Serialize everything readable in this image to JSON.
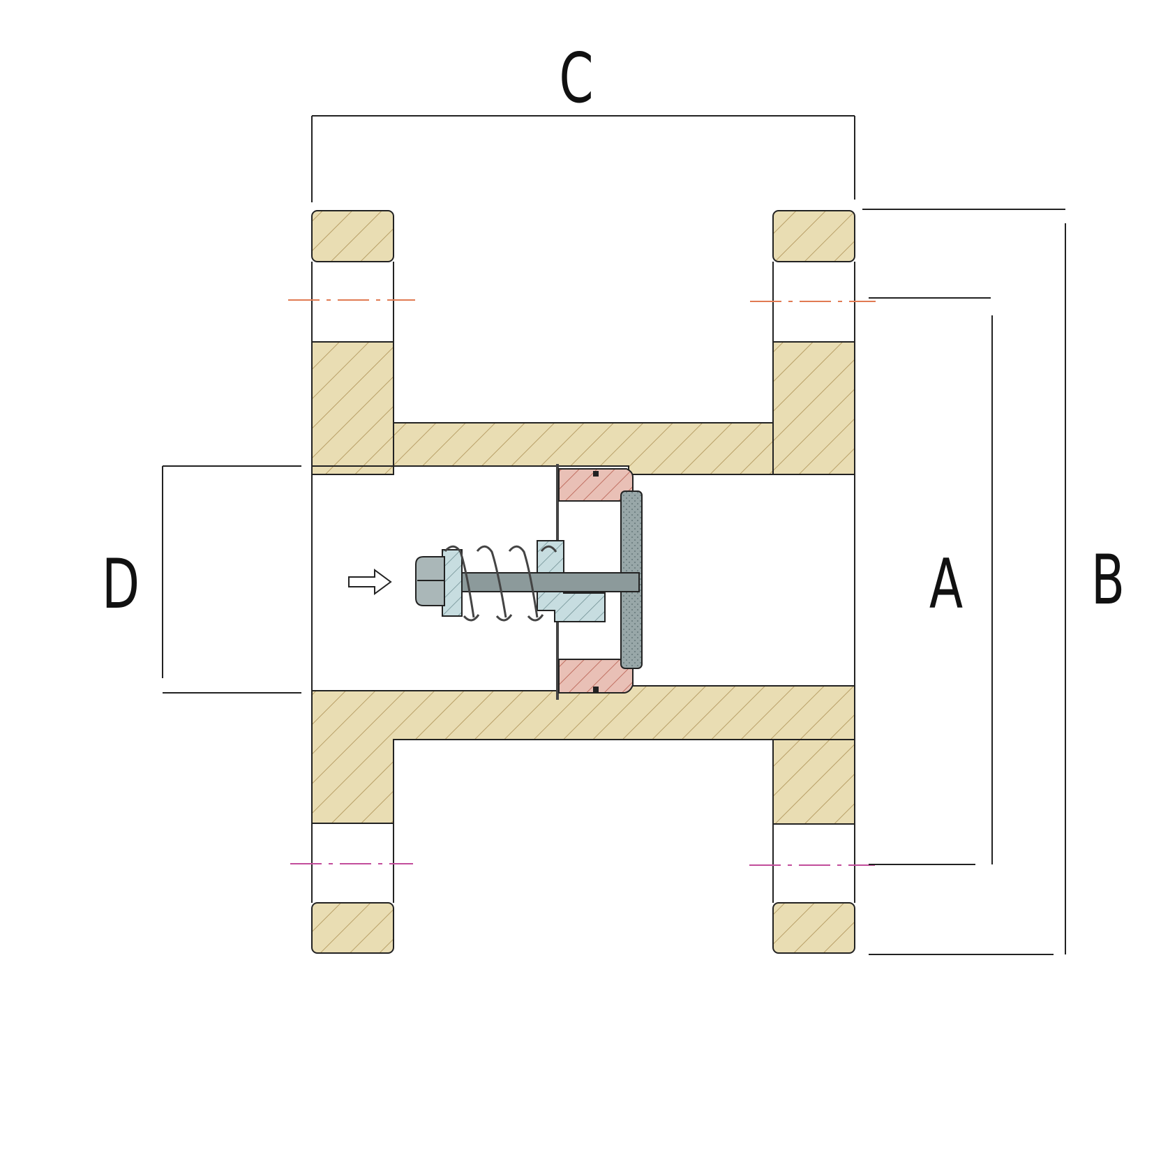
{
  "diagram": {
    "labels": {
      "c": "C",
      "d": "D",
      "a": "A",
      "b": "B"
    },
    "colors": {
      "body_fill": "#e9ddb3",
      "body_hatch": "#b89f67",
      "seat_fill": "#e9c0b6",
      "seat_hatch": "#c06e60",
      "poppet_fill": "#98a7a8",
      "stem_fill": "#8c9a9b",
      "guide_fill": "#c7dde0",
      "spring_stroke": "#444444",
      "centerline_top": "#e17a52",
      "centerline_bottom": "#c24d9b",
      "dimension_line": "#222222"
    },
    "icons": {
      "flow_arrow": "flow-direction-arrow-icon"
    }
  }
}
